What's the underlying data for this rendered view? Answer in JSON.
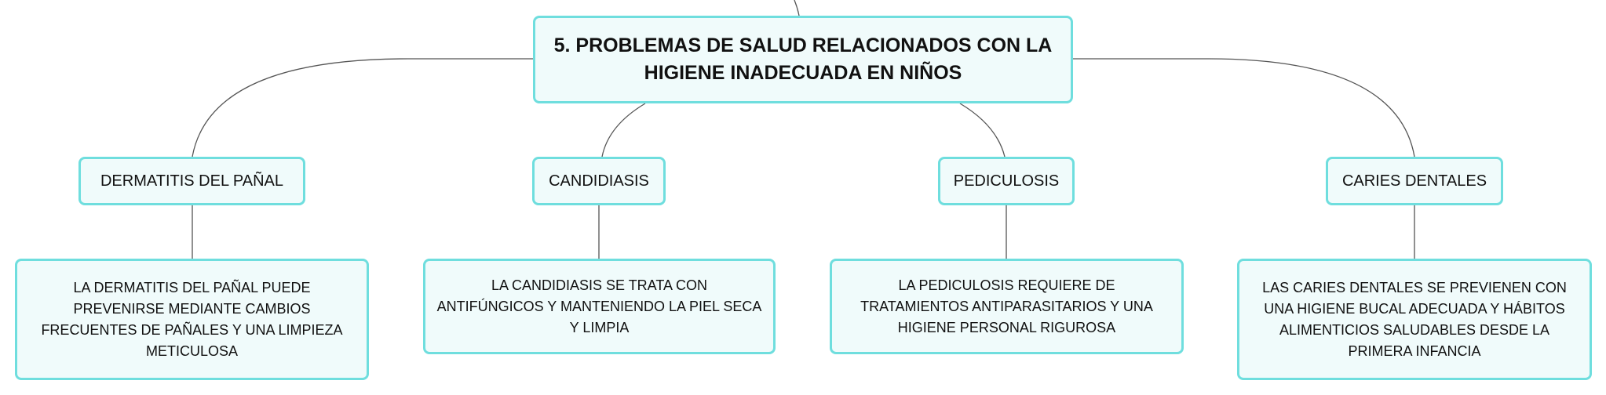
{
  "main_topic": {
    "title": "5. PROBLEMAS DE SALUD RELACIONADOS CON LA HIGIENE INADECUADA EN NIÑOS"
  },
  "branches": [
    {
      "label": "DERMATITIS DEL PAÑAL",
      "description": "LA DERMATITIS DEL PAÑAL PUEDE PREVENIRSE MEDIANTE CAMBIOS FRECUENTES DE PAÑALES Y UNA LIMPIEZA METICULOSA"
    },
    {
      "label": "CANDIDIASIS",
      "description": "LA CANDIDIASIS SE TRATA CON ANTIFÚNGICOS Y MANTENIENDO LA PIEL SECA Y LIMPIA"
    },
    {
      "label": "PEDICULOSIS",
      "description": "LA PEDICULOSIS REQUIERE DE TRATAMIENTOS ANTIPARASITARIOS Y UNA HIGIENE PERSONAL RIGUROSA"
    },
    {
      "label": "CARIES DENTALES",
      "description": "LAS CARIES DENTALES SE PREVIENEN CON UNA HIGIENE BUCAL ADECUADA Y HÁBITOS ALIMENTICIOS SALUDABLES DESDE LA PRIMERA INFANCIA"
    }
  ],
  "colors": {
    "node_border": "#6fdede",
    "node_fill": "#f0fbfb",
    "connector": "#555555"
  }
}
